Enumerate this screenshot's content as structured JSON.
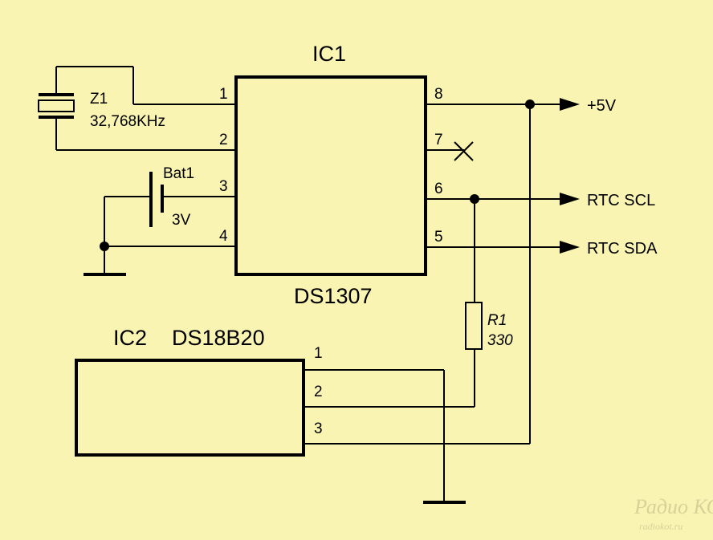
{
  "ic1": {
    "name": "IC1",
    "part": "DS1307",
    "pins": [
      "1",
      "2",
      "3",
      "4",
      "8",
      "7",
      "6",
      "5"
    ]
  },
  "ic2": {
    "name": "IC2",
    "part": "DS18B20",
    "pins": [
      "1",
      "2",
      "3"
    ]
  },
  "crystal": {
    "ref": "Z1",
    "value": "32,768KHz"
  },
  "battery": {
    "ref": "Bat1",
    "value": "3V"
  },
  "resistor": {
    "ref": "R1",
    "value": "330"
  },
  "nets": {
    "vcc": "+5V",
    "scl": "RTC SCL",
    "sda": "RTC SDA"
  },
  "watermark": {
    "logo": "Радио КОТ",
    "site": "radiokot.ru"
  }
}
